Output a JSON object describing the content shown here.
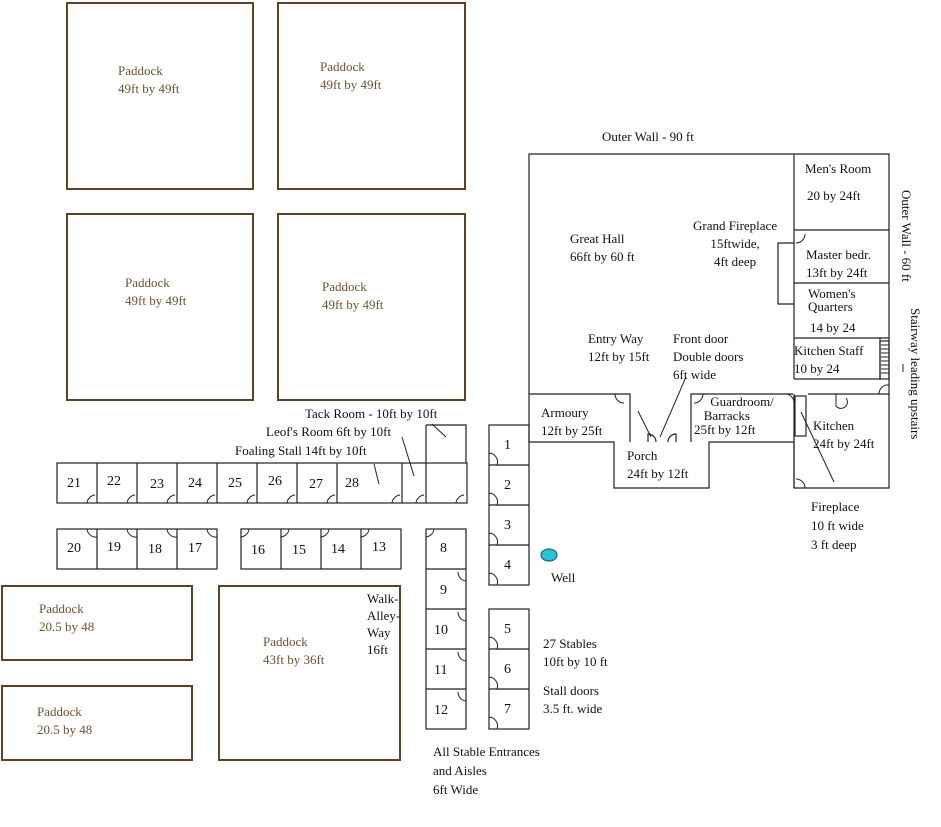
{
  "paddocks": [
    {
      "name": "Paddock",
      "size": "49ft by 49ft"
    },
    {
      "name": "Paddock",
      "size": "49ft by 49ft"
    },
    {
      "name": "Paddock",
      "size": "49ft by 49ft"
    },
    {
      "name": "Paddock",
      "size": "49ft by 49ft"
    },
    {
      "name": "Paddock",
      "size": "20.5 by 48"
    },
    {
      "name": "Paddock",
      "size": "20.5 by 48"
    },
    {
      "name": "Paddock",
      "size": "43ft by 36ft"
    }
  ],
  "castle": {
    "outer_wall_top": "Outer Wall - 90 ft",
    "outer_wall_right": "Outer Wall - 60 ft",
    "stairway": "Stairway leading upstairs",
    "great_hall": {
      "name": "Great Hall",
      "size": "66ft by 60 ft"
    },
    "grand_fireplace": {
      "name": "Grand Fireplace",
      "l2": "15ftwide,",
      "l3": "4ft deep"
    },
    "mens_room": {
      "name": "Men's Room",
      "size": "20 by 24ft"
    },
    "master": {
      "name": "Master bedr.",
      "size": "13ft by 24ft"
    },
    "womens": {
      "name": "Women's",
      "l2": "Quarters",
      "size": "14 by 24"
    },
    "kitchen_staff": {
      "name": "Kitchen Staff",
      "size": "10 by 24"
    },
    "entry": {
      "name": "Entry Way",
      "size": "12ft by 15ft"
    },
    "front_door": {
      "name": "Front door",
      "l2": "Double doors",
      "l3": "6ft wide"
    },
    "armoury": {
      "name": "Armoury",
      "size": "12ft by 25ft"
    },
    "guardroom": {
      "name": "Guardroom/",
      "l2": "Barracks",
      "size": "25ft by 12ft"
    },
    "kitchen": {
      "name": "Kitchen",
      "size": "24ft by 24ft"
    },
    "porch": {
      "name": "Porch",
      "size": "24ft by 12ft"
    },
    "fireplace": {
      "name": "Fireplace",
      "l2": "10 ft wide",
      "l3": "3 ft deep"
    }
  },
  "stables": {
    "tack": "Tack Room - 10ft by 10ft",
    "leof": "Leof's Room  6ft by 10ft",
    "foaling": "Foaling Stall 14ft by 10ft",
    "numbers": [
      "1",
      "2",
      "3",
      "4",
      "5",
      "6",
      "7",
      "8",
      "9",
      "10",
      "11",
      "12",
      "13",
      "14",
      "15",
      "16",
      "17",
      "18",
      "19",
      "20",
      "21",
      "22",
      "23",
      "24",
      "25",
      "26",
      "27",
      "28"
    ],
    "walk": [
      "Walk-",
      "Alley-",
      "Way",
      "16ft"
    ],
    "well": "Well",
    "count": "27 Stables",
    "count_size": "10ft by 10 ft",
    "doors": "Stall doors",
    "doors_size": "3.5 ft. wide",
    "aisles": [
      "All Stable Entrances",
      "and Aisles",
      "6ft Wide"
    ]
  },
  "colors": {
    "paddock": "#5e4424",
    "paddock_text": "#6a5530",
    "well": "#29c4d8"
  }
}
